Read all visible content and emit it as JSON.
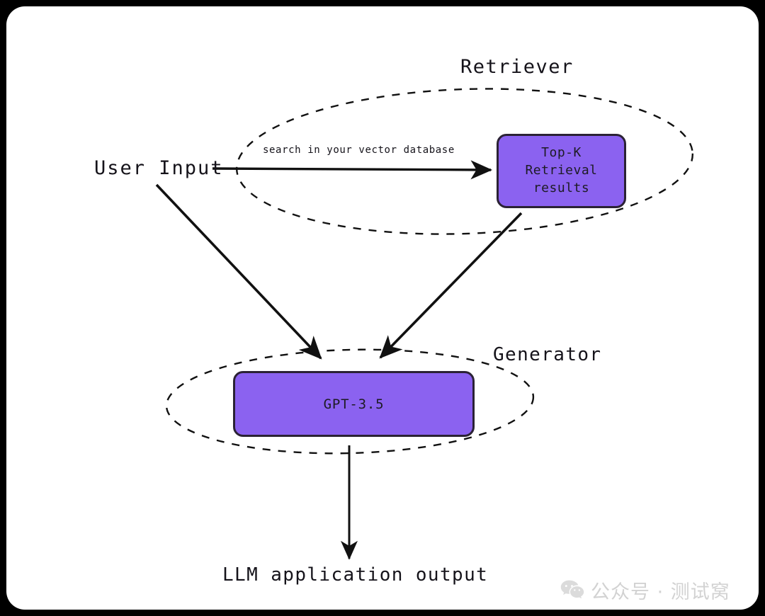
{
  "diagram": {
    "title_groups": {
      "retriever": "Retriever",
      "generator": "Generator"
    },
    "nodes": {
      "user_input": "User Input",
      "topk": "Top-K\nRetrieval\nresults",
      "topk_line1": "Top-K",
      "topk_line2": "Retrieval",
      "topk_line3": "results",
      "gpt": "GPT-3.5",
      "output": "LLM application output"
    },
    "edges": {
      "search": "search in your vector database"
    },
    "colors": {
      "node_fill": "#8b62f0",
      "node_border": "#2b2235",
      "stroke": "#111111",
      "canvas": "#ffffff",
      "page_background": "#000000",
      "watermark": "#6d6d6d"
    }
  },
  "watermark": {
    "icon": "wechat-icon",
    "text": "公众号 · 测试窝"
  }
}
